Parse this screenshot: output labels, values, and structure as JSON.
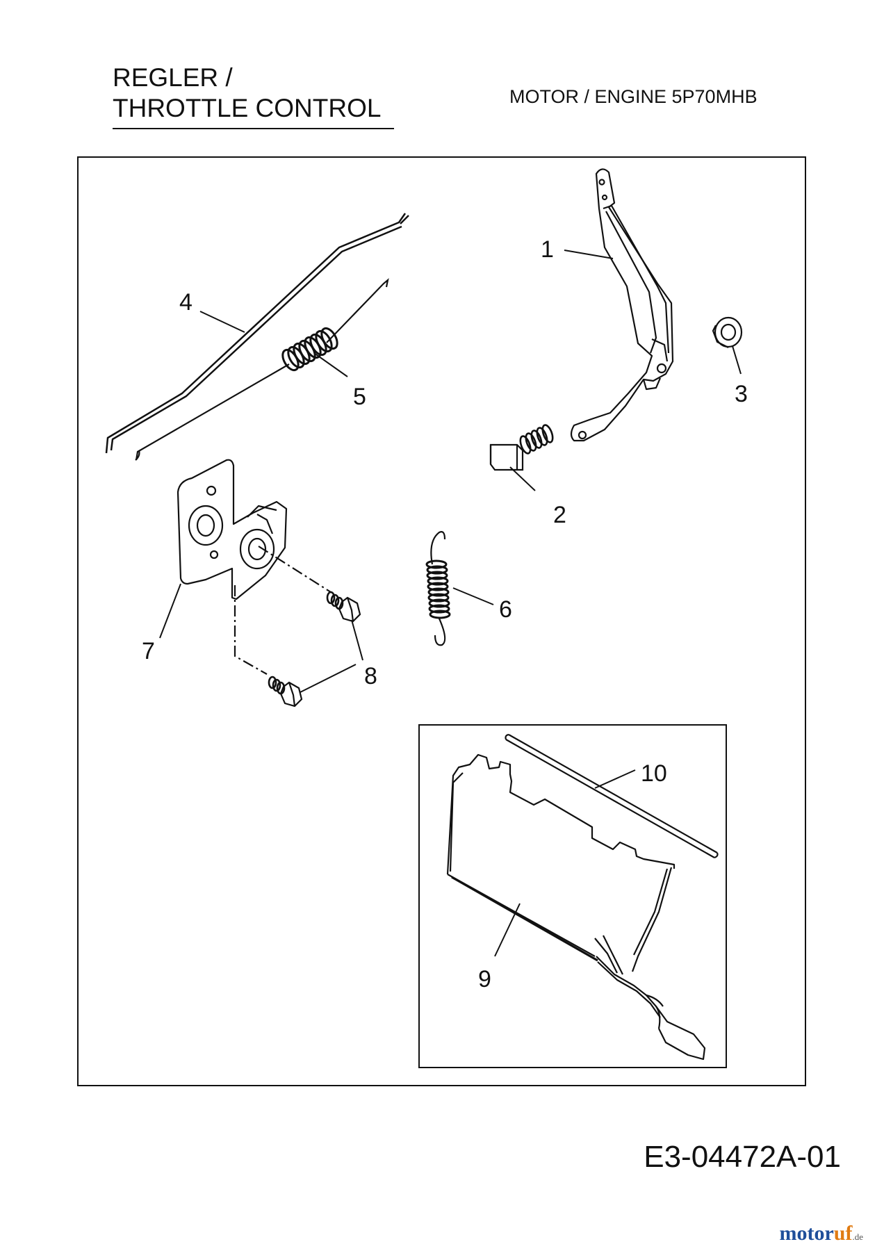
{
  "header": {
    "title_line1": "REGLER /",
    "title_line2": "THROTTLE CONTROL",
    "engine": "MOTOR / ENGINE 5P70MHB"
  },
  "callouts": [
    "1",
    "2",
    "3",
    "4",
    "5",
    "6",
    "7",
    "8",
    "9",
    "10"
  ],
  "footer": {
    "code": "E3-04472A-01"
  },
  "watermark": {
    "brand": "motor",
    "accent": "uf",
    "tld": ".de"
  }
}
